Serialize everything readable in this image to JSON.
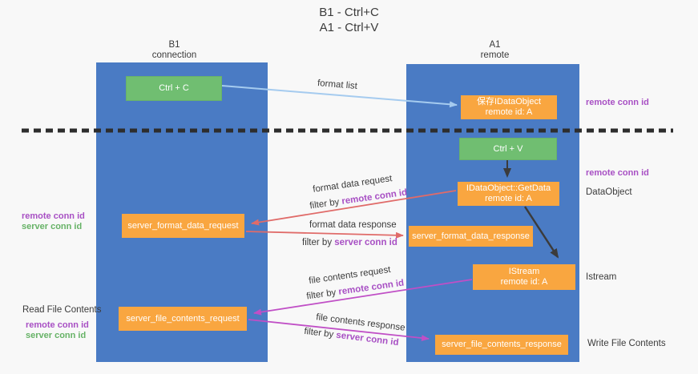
{
  "title": {
    "line1": "B1 - Ctrl+C",
    "line2": "A1 - Ctrl+V"
  },
  "columns": {
    "left": {
      "title": "B1",
      "subtitle": "connection"
    },
    "right": {
      "title": "A1",
      "subtitle": "remote"
    }
  },
  "nodes": {
    "ctrl_c": {
      "label": "Ctrl + C"
    },
    "save_idataobject": {
      "line1": "保存IDataObject",
      "line2": "remote id: A"
    },
    "ctrl_v": {
      "label": "Ctrl + V"
    },
    "getdata": {
      "line1": "IDataObject::GetData",
      "line2": "remote id: A"
    },
    "format_request": {
      "label": "server_format_data_request"
    },
    "format_response": {
      "label": "server_format_data_response"
    },
    "istream": {
      "line1": "IStream",
      "line2": "remote id: A"
    },
    "file_request": {
      "label": "server_file_contents_request"
    },
    "file_response": {
      "label": "server_file_contents_response"
    }
  },
  "flow_labels": {
    "format_list": "format list",
    "format_data_request": "format data request",
    "format_data_request_filter": {
      "prefix": "filter by ",
      "value": "remote conn id"
    },
    "format_data_response": "format data response",
    "format_data_response_filter": {
      "prefix": "filter by ",
      "value": "server conn id"
    },
    "file_contents_request": "file contents request",
    "file_contents_request_filter": {
      "prefix": "filter by ",
      "value": "remote conn id"
    },
    "file_contents_response": "file contents response",
    "file_contents_response_filter": {
      "prefix": "filter by ",
      "value": "server conn id"
    }
  },
  "side_labels": {
    "left_top": {
      "remote": "remote conn id",
      "server": "server conn id"
    },
    "read_file": "Read File Contents",
    "left_bottom": {
      "remote": "remote conn id",
      "server": "server conn id"
    },
    "right_conn_top": "remote conn id",
    "right_conn_mid": "remote conn id",
    "right_dataobject": "DataObject",
    "right_istream": "Istream",
    "right_write_file": "Write File Contents"
  },
  "colors": {
    "background": "#f8f8f8",
    "lane_blue": "#4a7bc4",
    "box_green": "#70be71",
    "box_orange": "#f9a640",
    "arrow_blue": "#a5cbef",
    "arrow_black": "#3b3b3b",
    "arrow_red": "#e06b69",
    "arrow_magenta": "#c04fc6",
    "text_dark": "#3b3b3b",
    "text_purple": "#a850c4",
    "text_green": "#66b266",
    "dash": "#2d2d2d",
    "box_text": "#ffffff"
  }
}
